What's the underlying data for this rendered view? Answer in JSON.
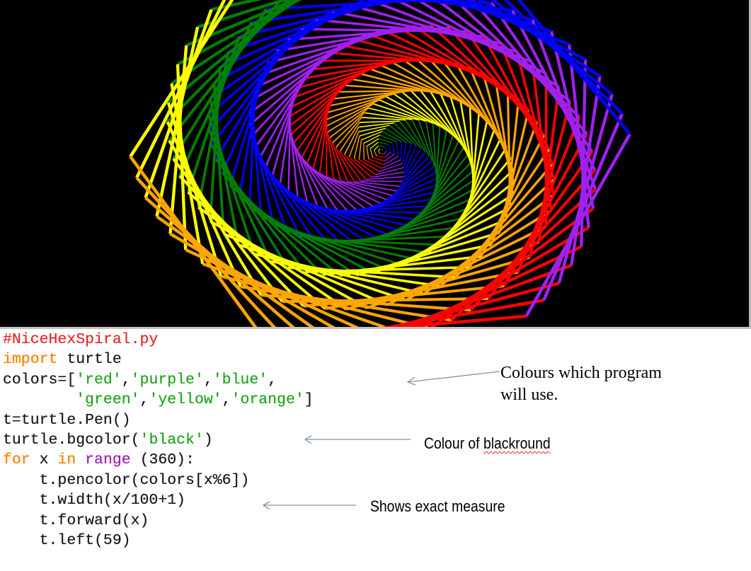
{
  "canvas": {
    "background": "#000000",
    "palette": [
      "#ff0000",
      "#a020f0",
      "#0000ff",
      "#008000",
      "#ffff00",
      "#ffa500"
    ],
    "turn_angle_deg": 59,
    "iterations": 360
  },
  "code": {
    "lines": [
      [
        {
          "t": "#NiceHexSpiral.py",
          "k": "comment"
        }
      ],
      [
        {
          "t": "import",
          "k": "keyword"
        },
        {
          "t": " turtle",
          "k": "plain"
        }
      ],
      [
        {
          "t": "colors=[",
          "k": "plain"
        },
        {
          "t": "'red'",
          "k": "string"
        },
        {
          "t": ",",
          "k": "plain"
        },
        {
          "t": "'purple'",
          "k": "string"
        },
        {
          "t": ",",
          "k": "plain"
        },
        {
          "t": "'blue'",
          "k": "string"
        },
        {
          "t": ",",
          "k": "plain"
        }
      ],
      [
        {
          "t": "        ",
          "k": "plain"
        },
        {
          "t": "'green'",
          "k": "string"
        },
        {
          "t": ",",
          "k": "plain"
        },
        {
          "t": "'yellow'",
          "k": "string"
        },
        {
          "t": ",",
          "k": "plain"
        },
        {
          "t": "'orange'",
          "k": "string"
        },
        {
          "t": "]",
          "k": "plain"
        }
      ],
      [
        {
          "t": "t=turtle.Pen()",
          "k": "plain"
        }
      ],
      [
        {
          "t": "turtle.bgcolor(",
          "k": "plain"
        },
        {
          "t": "'black'",
          "k": "string"
        },
        {
          "t": ")",
          "k": "plain"
        }
      ],
      [
        {
          "t": "for",
          "k": "keyword"
        },
        {
          "t": " x ",
          "k": "plain"
        },
        {
          "t": "in",
          "k": "keyword"
        },
        {
          "t": " ",
          "k": "plain"
        },
        {
          "t": "range",
          "k": "builtin"
        },
        {
          "t": " (360):",
          "k": "plain"
        }
      ],
      [
        {
          "t": "    t.pencolor(colors[x%6])",
          "k": "plain"
        }
      ],
      [
        {
          "t": "    t.width(x/100+1)",
          "k": "plain"
        }
      ],
      [
        {
          "t": "    t.forward(x)",
          "k": "plain"
        }
      ],
      [
        {
          "t": "    t.left(59)",
          "k": "plain"
        }
      ]
    ]
  },
  "annotations": {
    "colours_line1": "Colours  which  program",
    "colours_line2": "will  use.",
    "background_prefix": "Colour of ",
    "background_word": "blackround",
    "measure": "Shows exact measure"
  },
  "colors": {
    "arrow": "#7f93a8",
    "code_plain": "#1a1a1a"
  }
}
